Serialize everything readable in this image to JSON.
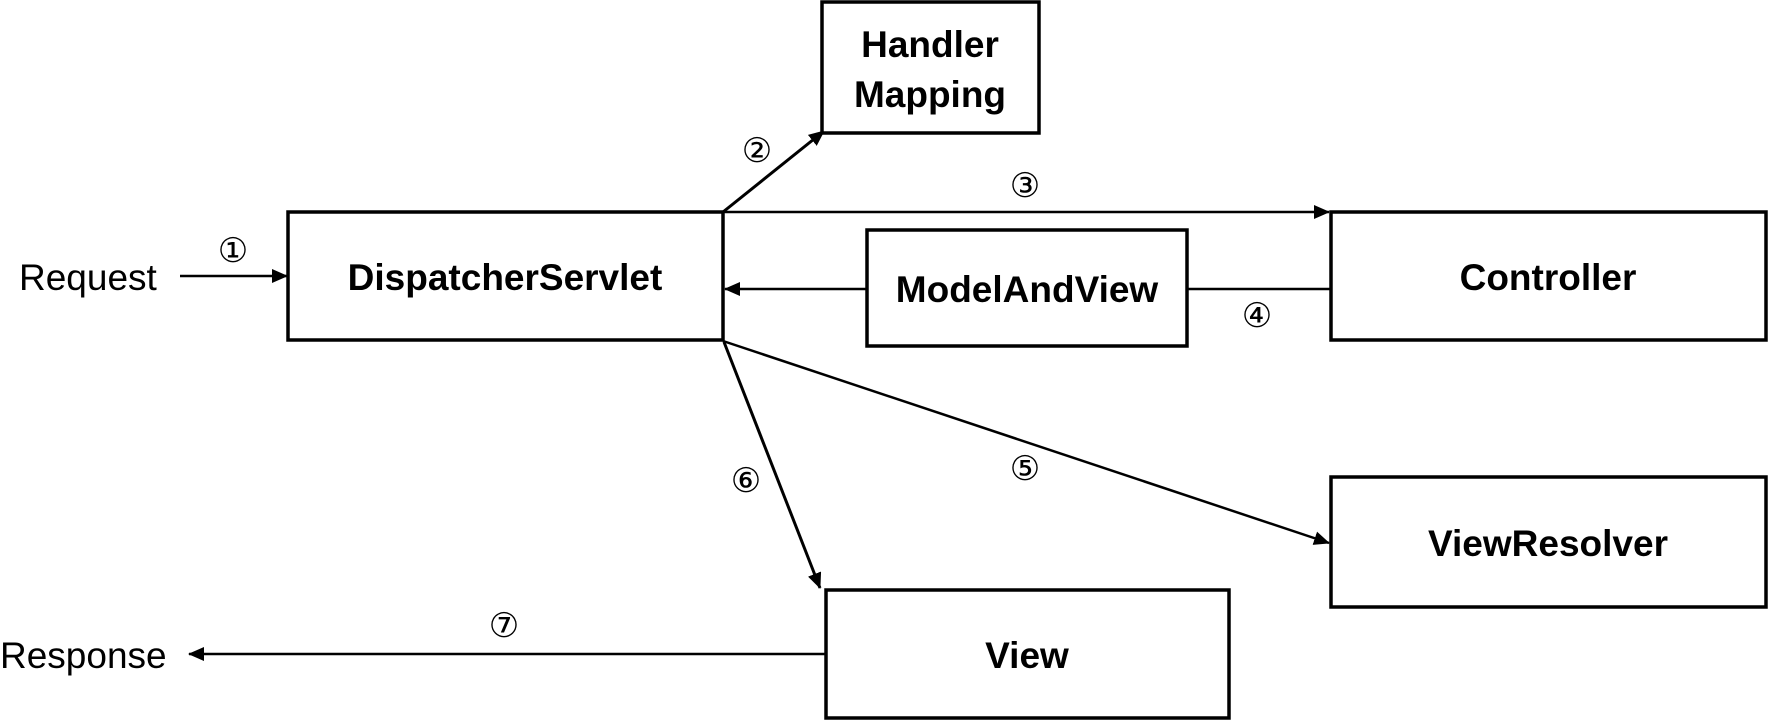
{
  "nodes": {
    "request": "Request",
    "response": "Response",
    "dispatcher_servlet": "DispatcherServlet",
    "handler_mapping": [
      "Handler",
      "Mapping"
    ],
    "controller": "Controller",
    "model_and_view": "ModelAndView",
    "view_resolver": "ViewResolver",
    "view": "View"
  },
  "steps": {
    "s1": "①",
    "s2": "②",
    "s3": "③",
    "s4": "④",
    "s5": "⑤",
    "s6": "⑥",
    "s7": "⑦"
  }
}
